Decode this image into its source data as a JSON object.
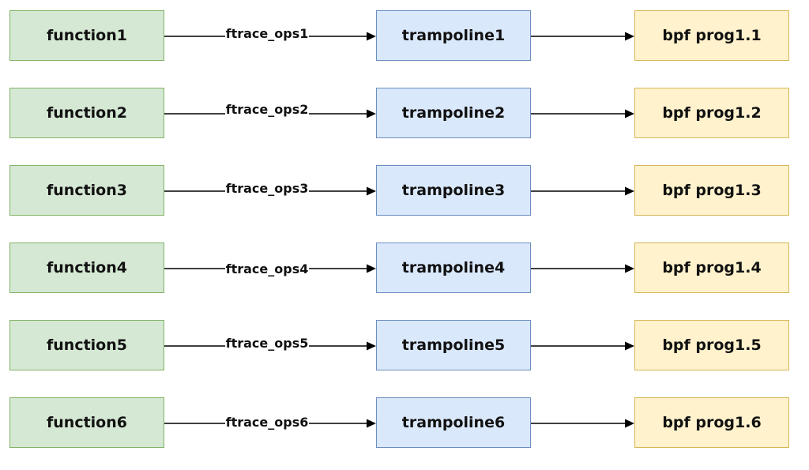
{
  "colors": {
    "function_fill": "#d5e8d4",
    "function_border": "#82b366",
    "trampoline_fill": "#dae8fc",
    "trampoline_border": "#6c8ebf",
    "prog_fill": "#fff2cc",
    "prog_border": "#d6b656",
    "edge": "#000000"
  },
  "rows": [
    {
      "function": "function1",
      "ops": "ftrace_ops1",
      "trampoline": "trampoline1",
      "prog": "bpf prog1.1"
    },
    {
      "function": "function2",
      "ops": "ftrace_ops2",
      "trampoline": "trampoline2",
      "prog": "bpf prog1.2"
    },
    {
      "function": "function3",
      "ops": "ftrace_ops3",
      "trampoline": "trampoline3",
      "prog": "bpf prog1.3"
    },
    {
      "function": "function4",
      "ops": "ftrace_ops4",
      "trampoline": "trampoline4",
      "prog": "bpf prog1.4"
    },
    {
      "function": "function5",
      "ops": "ftrace_ops5",
      "trampoline": "trampoline5",
      "prog": "bpf prog1.5"
    },
    {
      "function": "function6",
      "ops": "ftrace_ops6",
      "trampoline": "trampoline6",
      "prog": "bpf prog1.6"
    }
  ]
}
